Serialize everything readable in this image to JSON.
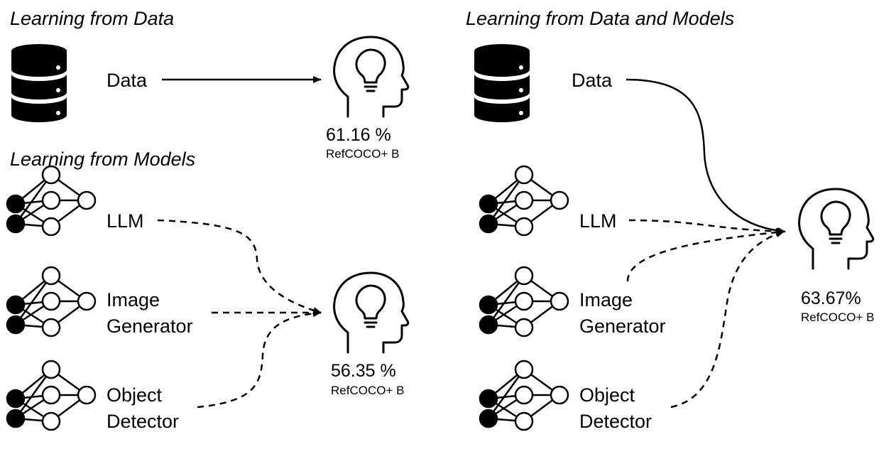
{
  "sections": {
    "data": {
      "title": "Learning from Data"
    },
    "models": {
      "title": "Learning from Models"
    },
    "data_and_models": {
      "title": "Learning from Data and Models"
    }
  },
  "sources": {
    "data": "Data",
    "llm": "LLM",
    "image_generator": [
      "Image",
      "Generator"
    ],
    "object_detector": [
      "Object",
      "Detector"
    ]
  },
  "results": {
    "data_only": {
      "score": "61.16 %",
      "metric": "RefCOCO+ B"
    },
    "models_only": {
      "score": "56.35 %",
      "metric": "RefCOCO+ B"
    },
    "data_and_models": {
      "score": "63.67%",
      "metric": "RefCOCO+ B"
    }
  },
  "icons": {
    "database": "database-icon",
    "neural_network": "neural-network-icon",
    "head": "head-with-lightbulb-icon"
  },
  "colors": {
    "ink": "#000000",
    "background": "#ffffff"
  }
}
